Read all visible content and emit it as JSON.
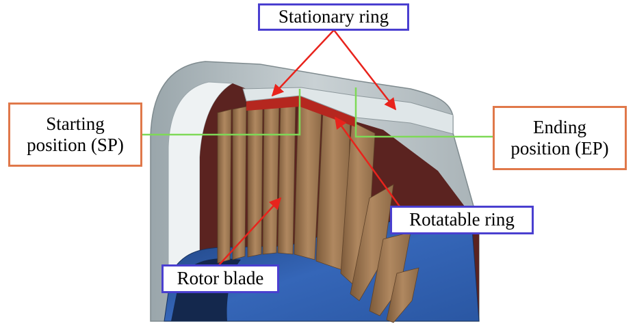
{
  "labels": {
    "stationary_ring": "Stationary ring",
    "starting_position": [
      "Starting",
      "position (SP)"
    ],
    "ending_position": [
      "Ending",
      "position (EP)"
    ],
    "rotatable_ring": "Rotatable ring",
    "rotor_blade": "Rotor blade"
  },
  "colors": {
    "callout_border_blue": "#4a3fd0",
    "callout_border_orange": "#e0784a",
    "arrow": "#e8231c",
    "leader_line": "#7ed957",
    "casing": "#b9c3c7",
    "stationary_ring": "#dfe6e8",
    "rotatable_ring": "#b5271f",
    "blade": "#a07a52",
    "hub": "#2f5fae"
  }
}
